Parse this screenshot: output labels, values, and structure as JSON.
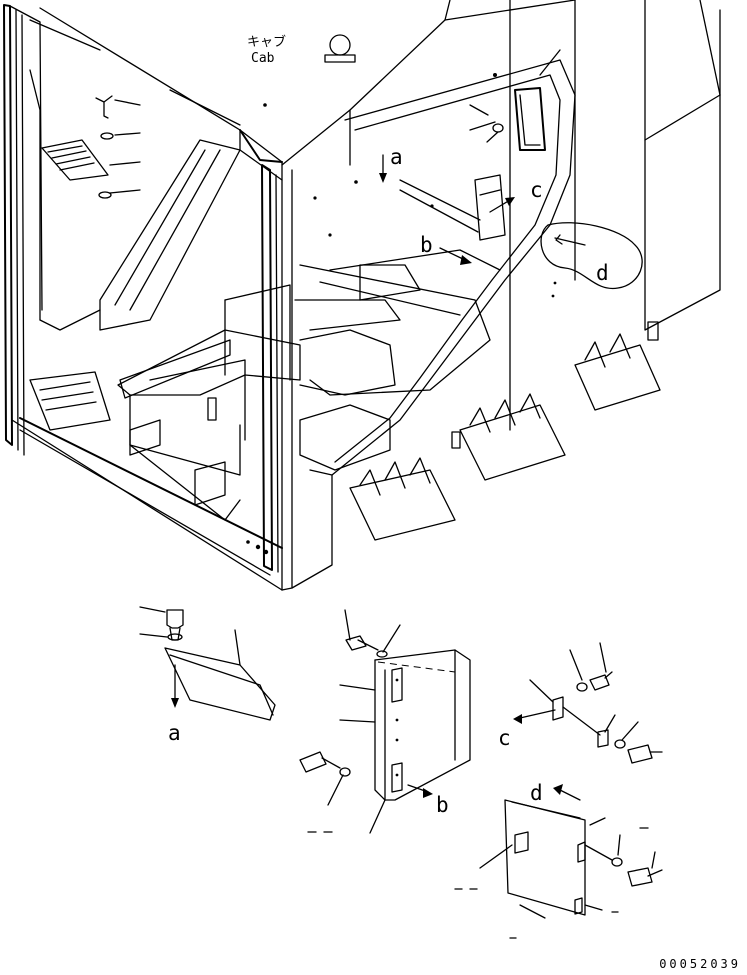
{
  "cab_label": {
    "jp": "キャブ",
    "en": "Cab"
  },
  "view_letters": {
    "a": "a",
    "b": "b",
    "c": "c",
    "d": "d"
  },
  "serial": "00052039"
}
